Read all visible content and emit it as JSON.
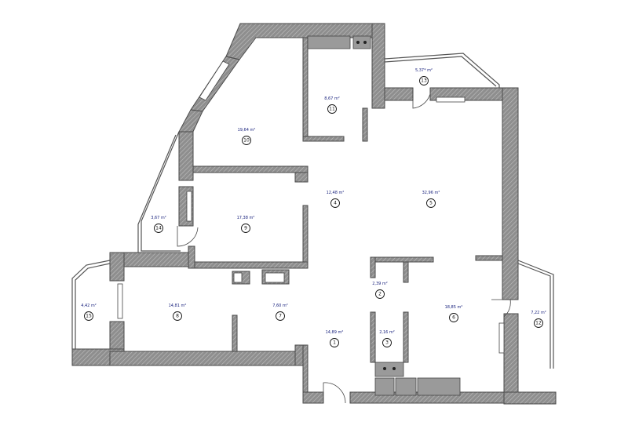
{
  "rooms": [
    {
      "id": "1",
      "area": "14,89 m²"
    },
    {
      "id": "2",
      "area": "2,39 m²"
    },
    {
      "id": "3",
      "area": "2,16 m²"
    },
    {
      "id": "4",
      "area": "12,48 m²"
    },
    {
      "id": "5",
      "area": "32,96 m²"
    },
    {
      "id": "6",
      "area": "18,85 m²"
    },
    {
      "id": "7",
      "area": "7,60 m²"
    },
    {
      "id": "8",
      "area": "14,81 m²"
    },
    {
      "id": "9",
      "area": "17,38 m²"
    },
    {
      "id": "10",
      "area": "19,64 m²"
    },
    {
      "id": "11",
      "area": "8,67 m²"
    },
    {
      "id": "12",
      "area": "7,22 m²"
    },
    {
      "id": "13",
      "area": "5,37* m²"
    },
    {
      "id": "14",
      "area": "3,67 m²"
    },
    {
      "id": "15",
      "area": "4,42 m²"
    }
  ]
}
